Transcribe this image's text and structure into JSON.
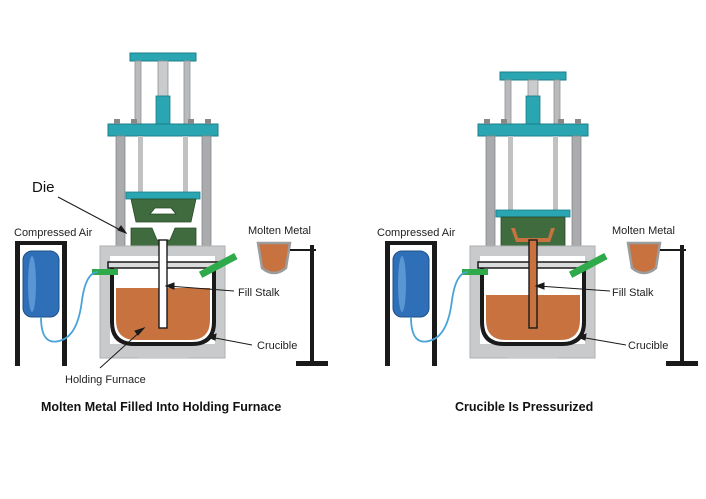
{
  "left_panel": {
    "caption": "Molten Metal Filled Into Holding Furnace",
    "labels": {
      "die": "Die",
      "compressed_air": "Compressed Air",
      "molten_metal": "Molten Metal",
      "fill_stalk": "Fill Stalk",
      "crucible": "Crucible",
      "holding_furnace": "Holding Furnace"
    }
  },
  "right_panel": {
    "caption": "Crucible Is Pressurized",
    "labels": {
      "compressed_air": "Compressed Air",
      "molten_metal": "Molten Metal",
      "fill_stalk": "Fill Stalk",
      "crucible": "Crucible"
    }
  },
  "colors": {
    "frame_gray": "#c8cacb",
    "post_gray": "#a9abad",
    "platen_teal": "#2aa6b3",
    "die_green": "#3f6b3e",
    "molten_orange": "#c8733f",
    "tank_blue": "#2e6fb8",
    "hose_blue": "#4aa3d8",
    "valve_green": "#2eaa4a",
    "dark": "#1a1a1a"
  }
}
